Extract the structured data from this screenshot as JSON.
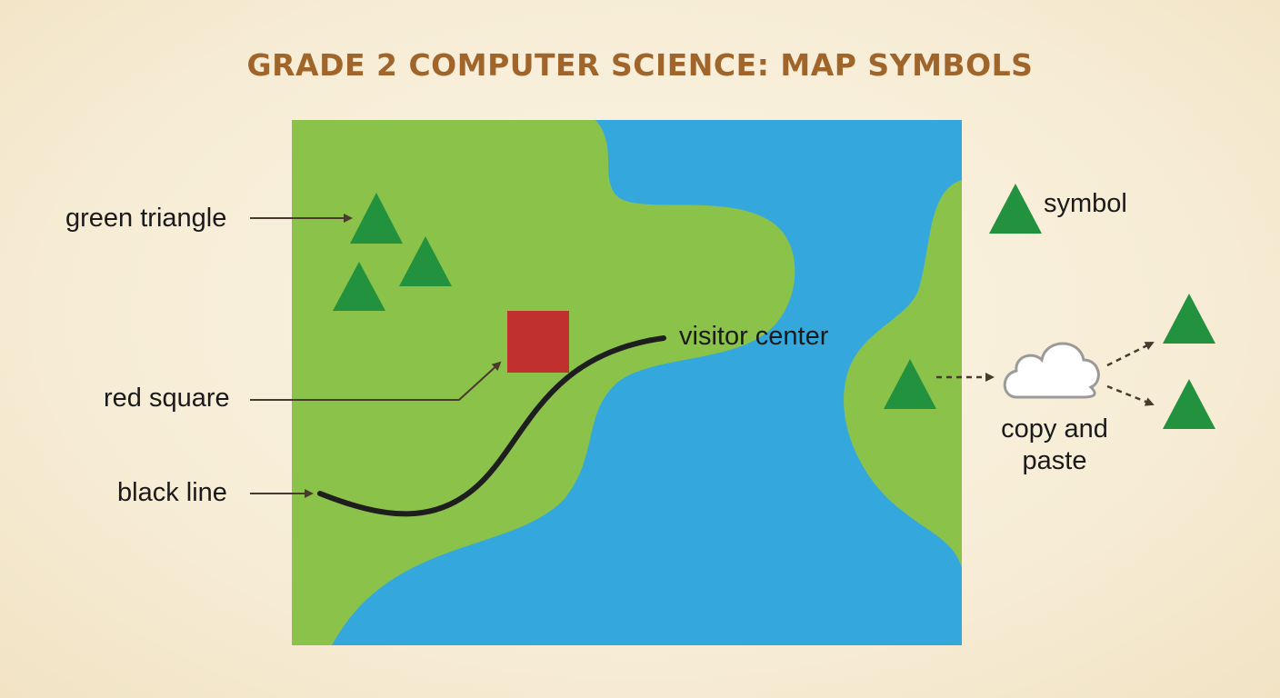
{
  "title": "GRADE 2 COMPUTER SCIENCE: MAP SYMBOLS",
  "labels": {
    "green_triangle": "green triangle",
    "red_square": "red square",
    "black_line": "black line",
    "visitor_center": "visitor center",
    "symbol": "symbol",
    "copy_line1": "copy and",
    "copy_line2": "paste"
  },
  "colors": {
    "title": "#a0652a",
    "land": "#8bc34a",
    "water": "#34a8dc",
    "tree": "#22923f",
    "square": "#c0302f",
    "path": "#1e1e1e",
    "arrow": "#4a3a2e"
  },
  "icons": [
    "tree-icon",
    "cloud-icon"
  ]
}
